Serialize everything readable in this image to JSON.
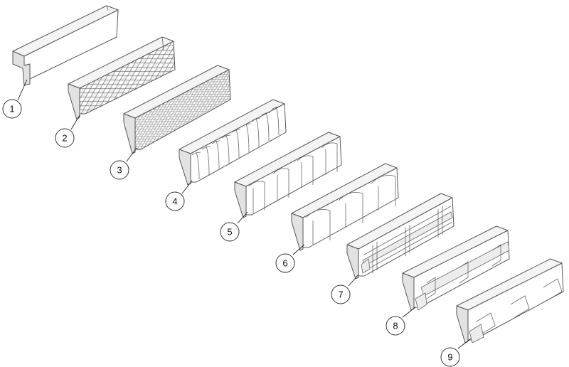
{
  "callouts": [
    "1",
    "2",
    "3",
    "4",
    "5",
    "6",
    "7",
    "8",
    "9"
  ],
  "colors": {
    "line": "#555555",
    "top_face": "#f4f4f4",
    "side_face": "#e2e2e2",
    "background": "#ffffff"
  }
}
